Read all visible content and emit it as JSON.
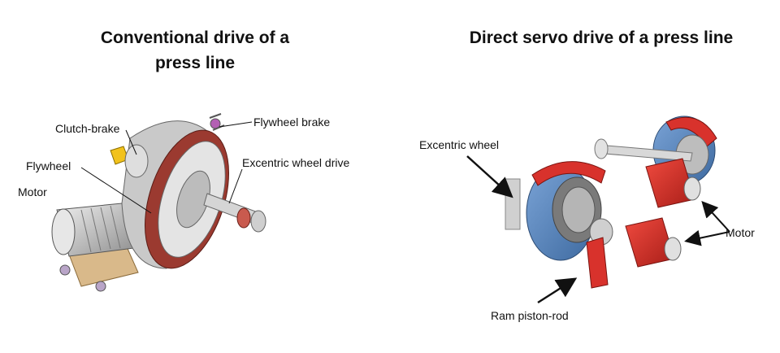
{
  "left_panel": {
    "title_line1": "Conventional drive of a",
    "title_line2": "press line",
    "labels": {
      "clutch_brake": "Clutch-brake",
      "flywheel_brake": "Flywheel brake",
      "flywheel": "Flywheel",
      "excentric_wheel_drive": "Excentric wheel drive",
      "motor": "Motor"
    }
  },
  "right_panel": {
    "title": "Direct servo drive of a press line",
    "labels": {
      "excentric_wheel": "Excentric wheel",
      "motor": "Motor",
      "ram_piston_rod": "Ram piston-rod"
    }
  },
  "colors": {
    "servo_red": "#d8322c",
    "servo_blue": "#4f7fb8",
    "flywheel_rim": "#9b3a30",
    "grey_metal": "#9a9a9a",
    "brake_yellow": "#f2c21b"
  }
}
